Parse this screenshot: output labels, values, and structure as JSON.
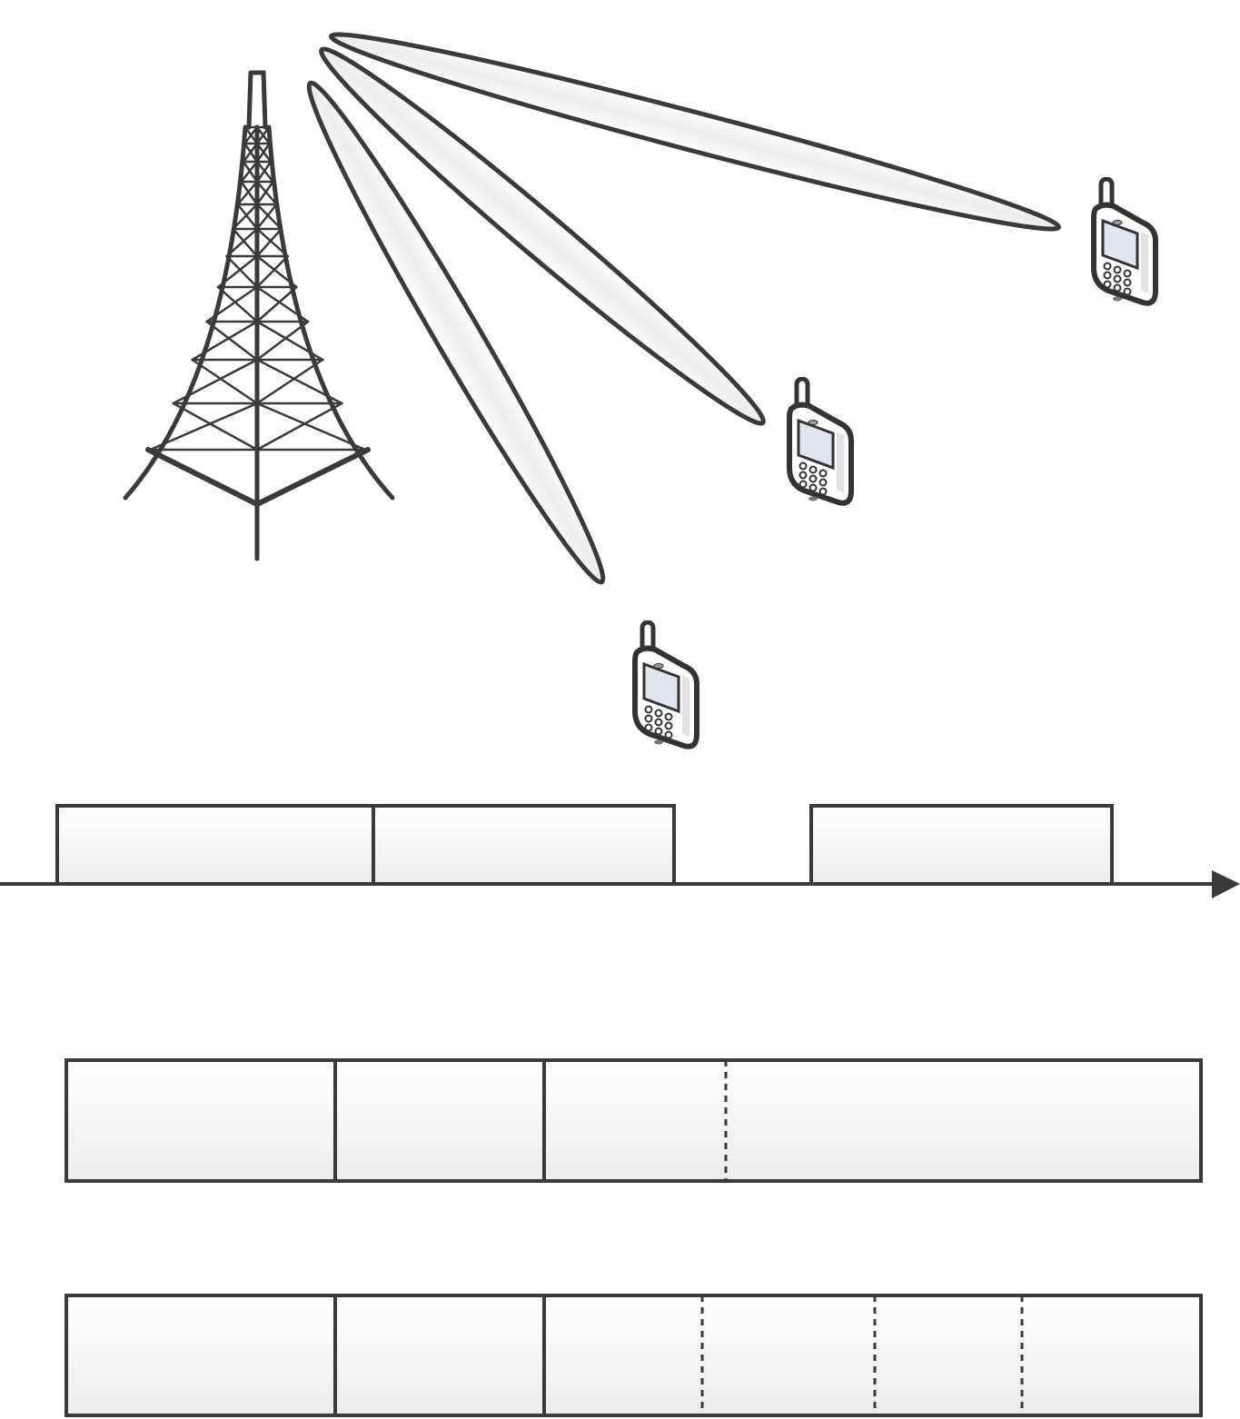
{
  "colors": {
    "stroke": "#3a3a3a",
    "fill_top": "#ffffff",
    "fill_bottom": "#ececec",
    "phone_screen": "#dfe6f2"
  },
  "icons": {
    "tower": "cell-tower-icon",
    "phone": "mobile-phone-icon"
  },
  "diagram": {
    "beam_count": 3,
    "phone_count": 3,
    "timeline_block_count": 3,
    "frame_rows": [
      {
        "solid_sections": 3,
        "dashed_subdivisions": 1
      },
      {
        "solid_sections": 3,
        "dashed_subdivisions": 3
      }
    ]
  }
}
